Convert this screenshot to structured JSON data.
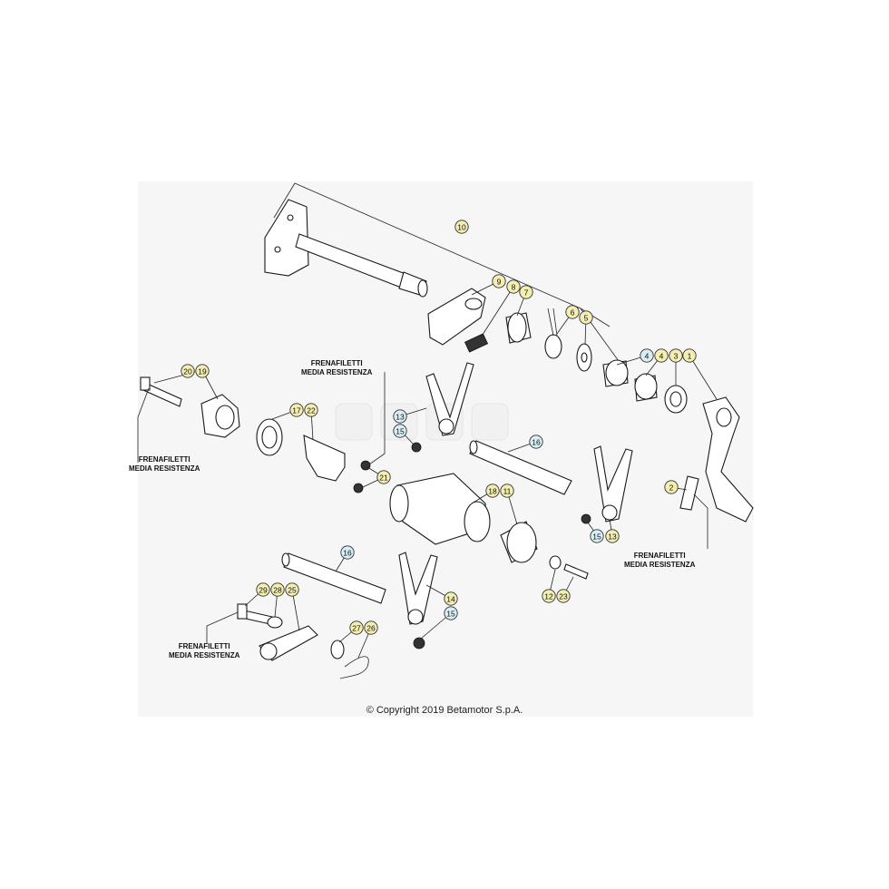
{
  "diagram": {
    "callouts": [
      {
        "id": "c-10",
        "label": "10",
        "style": "yellow"
      },
      {
        "id": "c-9",
        "label": "9",
        "style": "yellow"
      },
      {
        "id": "c-8",
        "label": "8",
        "style": "yellow"
      },
      {
        "id": "c-7",
        "label": "7",
        "style": "yellow"
      },
      {
        "id": "c-6",
        "label": "6",
        "style": "yellow"
      },
      {
        "id": "c-5",
        "label": "5",
        "style": "yellow"
      },
      {
        "id": "c-4a",
        "label": "4",
        "style": "blue"
      },
      {
        "id": "c-4b",
        "label": "4",
        "style": "yellow"
      },
      {
        "id": "c-3",
        "label": "3",
        "style": "yellow"
      },
      {
        "id": "c-1",
        "label": "1",
        "style": "yellow"
      },
      {
        "id": "c-20",
        "label": "20",
        "style": "yellow"
      },
      {
        "id": "c-19",
        "label": "19",
        "style": "yellow"
      },
      {
        "id": "c-17",
        "label": "17",
        "style": "yellow"
      },
      {
        "id": "c-22",
        "label": "22",
        "style": "yellow"
      },
      {
        "id": "c-13a",
        "label": "13",
        "style": "blue"
      },
      {
        "id": "c-15a",
        "label": "15",
        "style": "blue"
      },
      {
        "id": "c-16a",
        "label": "16",
        "style": "blue"
      },
      {
        "id": "c-21",
        "label": "21",
        "style": "yellow"
      },
      {
        "id": "c-18",
        "label": "18",
        "style": "yellow"
      },
      {
        "id": "c-11",
        "label": "11",
        "style": "yellow"
      },
      {
        "id": "c-2",
        "label": "2",
        "style": "yellow"
      },
      {
        "id": "c-15b",
        "label": "15",
        "style": "blue"
      },
      {
        "id": "c-13b",
        "label": "13",
        "style": "yellow"
      },
      {
        "id": "c-16b",
        "label": "16",
        "style": "blue"
      },
      {
        "id": "c-12",
        "label": "12",
        "style": "yellow"
      },
      {
        "id": "c-23",
        "label": "23",
        "style": "yellow"
      },
      {
        "id": "c-14",
        "label": "14",
        "style": "yellow"
      },
      {
        "id": "c-15c",
        "label": "15",
        "style": "blue"
      },
      {
        "id": "c-29",
        "label": "29",
        "style": "yellow"
      },
      {
        "id": "c-28",
        "label": "28",
        "style": "yellow"
      },
      {
        "id": "c-25",
        "label": "25",
        "style": "yellow"
      },
      {
        "id": "c-27",
        "label": "27",
        "style": "yellow"
      },
      {
        "id": "c-26",
        "label": "26",
        "style": "yellow"
      }
    ],
    "notes": [
      {
        "id": "note-1",
        "line1": "FRENAFILETTI",
        "line2": "MEDIA RESISTENZA"
      },
      {
        "id": "note-2",
        "line1": "FRENAFILETTI",
        "line2": "MEDIA RESISTENZA"
      },
      {
        "id": "note-3",
        "line1": "FRENAFILETTI",
        "line2": "MEDIA RESISTENZA"
      },
      {
        "id": "note-4",
        "line1": "FRENAFILETTI",
        "line2": "MEDIA RESISTENZA"
      }
    ],
    "copyright": "© Copyright 2019 Betamotor S.p.A.",
    "colors": {
      "callout_yellow": "#f4eeb2",
      "callout_blue": "#d8eef4",
      "background_panel": "#f6f6f6"
    }
  }
}
